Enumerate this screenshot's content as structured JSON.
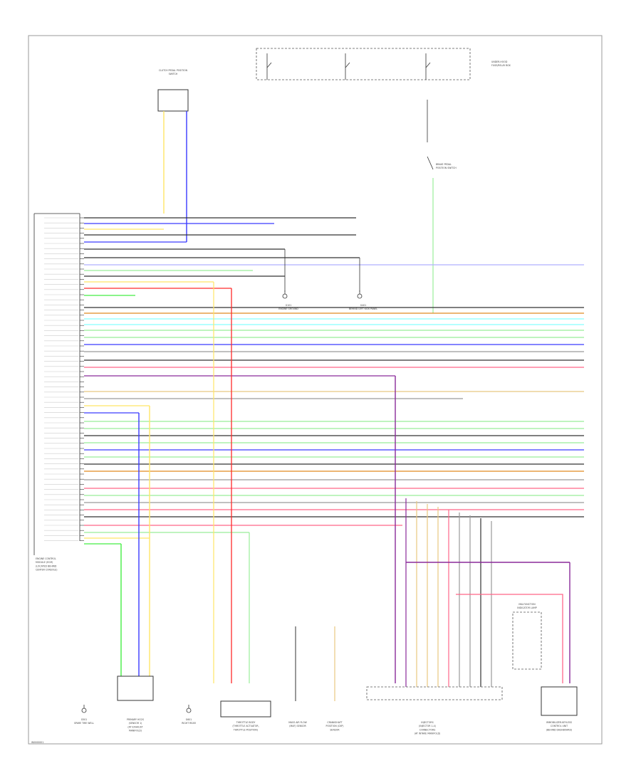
{
  "diagram": {
    "footer_code": "W0000001",
    "ecm_label": [
      "ENGINE CONTROL",
      "MODULE (ECM)",
      "(LOCATED BEHIND",
      "CENTER CONSOLE)"
    ],
    "top_relay_label": [
      "CLUTCH PEDAL POSITION",
      "SWITCH"
    ],
    "fuse_label": [
      "UNDER-HOOD",
      "FUSE/RELAY BOX"
    ],
    "brake_label": [
      "BRAKE PEDAL",
      "POSITION SWITCH"
    ],
    "g101_label": [
      "G101",
      "ENGINE GROUND"
    ],
    "g401_label": [
      "G401",
      "BEHIND LEFT KICK PANEL"
    ],
    "g501_label": [
      "G501",
      "SPARE TIRE WELL"
    ],
    "g601_label": [
      "G601",
      "RIGHT REAR"
    ],
    "primary_o2_label": [
      "PRIMARY HO2S",
      "(SENSOR 1)",
      "(AT EXHAUST",
      "MANIFOLD)"
    ],
    "crank_label": [
      "CRANKSHAFT",
      "POSITION (CKP)",
      "SENSOR"
    ],
    "mass_air_label": [
      "MASS AIR FLOW",
      "(MAF) SENSOR"
    ],
    "throttle_label": [
      "THROTTLE BODY",
      "(THROTTLE ACTUATOR,",
      "THROTTLE POSITION)"
    ],
    "injector_label": [
      "INJECTORS",
      "(INJECTOR 1-4)",
      "CONNECTORS",
      "(AT INTAKE MANIFOLD)"
    ],
    "immobilizer_label": [
      "IMMOBILIZER-KEYLESS",
      "CONTROL UNIT",
      "(BEHIND DASHBOARD)"
    ],
    "mil_label": [
      "MALFUNCTION",
      "INDICATOR LAMP"
    ]
  },
  "colors": {
    "black": "#333333",
    "red": "#ff2a2a",
    "yellow": "#ffe566",
    "blue": "#3a3aff",
    "green": "#44ee44",
    "light_green": "#99ee99",
    "cyan": "#88ffff",
    "orange": "#e08a20",
    "purple": "#8a2a9a",
    "pink": "#ff6688",
    "gray": "#9a9a9a",
    "light_blue": "#b0b0ff",
    "tan": "#e8c880"
  }
}
